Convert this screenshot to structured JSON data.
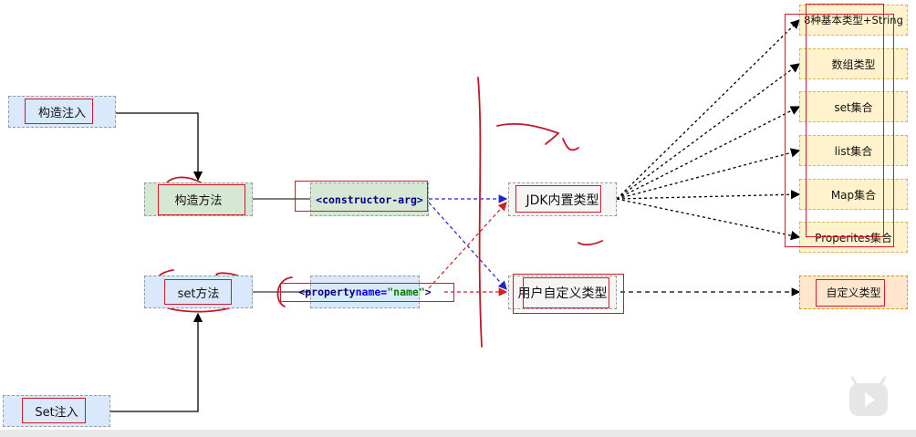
{
  "nodes": {
    "constructor_injection": "构造注入",
    "constructor_method": "构造方法",
    "set_injection": "Set注入",
    "set_method": "set方法",
    "constructor_arg_open": "<",
    "constructor_arg_tag": "constructor-arg",
    "constructor_arg_close": ">",
    "property_open": "<",
    "property_tag": "property",
    "property_attr": " name=",
    "property_value": "\"name\"",
    "property_close": ">",
    "jdk_builtin": "JDK内置类型",
    "user_defined": "用户自定义类型",
    "custom_type": "自定义类型"
  },
  "jdk_types": [
    "8种基本类型+String",
    "数组类型",
    "set集合",
    "list集合",
    "Map集合",
    "Properites集合"
  ],
  "colors": {
    "blue_fill": "#dae8fc",
    "green_fill": "#d5e8d4",
    "yellow_fill": "#fff2cc",
    "orange_fill": "#ffe6cc",
    "annotation_red": "#d11a2a",
    "arrow_blue": "#2222cc",
    "arrow_red": "#cc2222"
  },
  "icons": {
    "play": "play-icon"
  }
}
